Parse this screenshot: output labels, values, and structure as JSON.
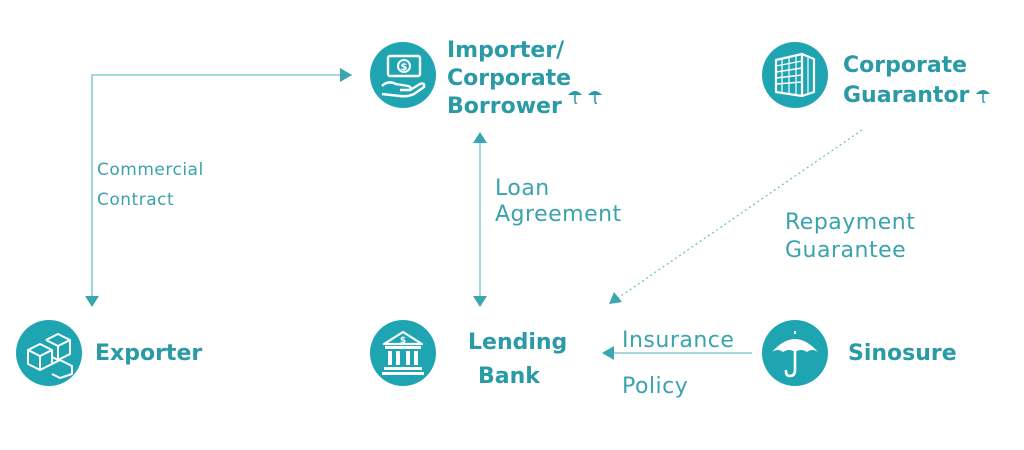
{
  "colors": {
    "teal": "#1fa5b2",
    "text": "#2a9aa6",
    "line": "#6cc3cc"
  },
  "nodes": {
    "importer": {
      "line1": "Importer/",
      "line2": "Corporate",
      "line3": "Borrower",
      "icon": "cash-hand-icon"
    },
    "guarantor": {
      "line1": "Corporate",
      "line2": "Guarantor",
      "icon": "office-building-icon"
    },
    "exporter": {
      "label": "Exporter",
      "icon": "boxes-icon"
    },
    "bank": {
      "line1": "Lending",
      "line2": "Bank",
      "icon": "bank-icon"
    },
    "sinosure": {
      "label": "Sinosure",
      "icon": "umbrella-icon"
    }
  },
  "edges": {
    "commercial_contract": {
      "line1": "Commercial",
      "line2": "Contract"
    },
    "loan_agreement": {
      "line1": "Loan",
      "line2": "Agreement"
    },
    "repayment_guarantee": {
      "line1": "Repayment",
      "line2": "Guarantee"
    },
    "insurance_policy": {
      "line1": "Insurance",
      "line2": "Policy"
    }
  }
}
